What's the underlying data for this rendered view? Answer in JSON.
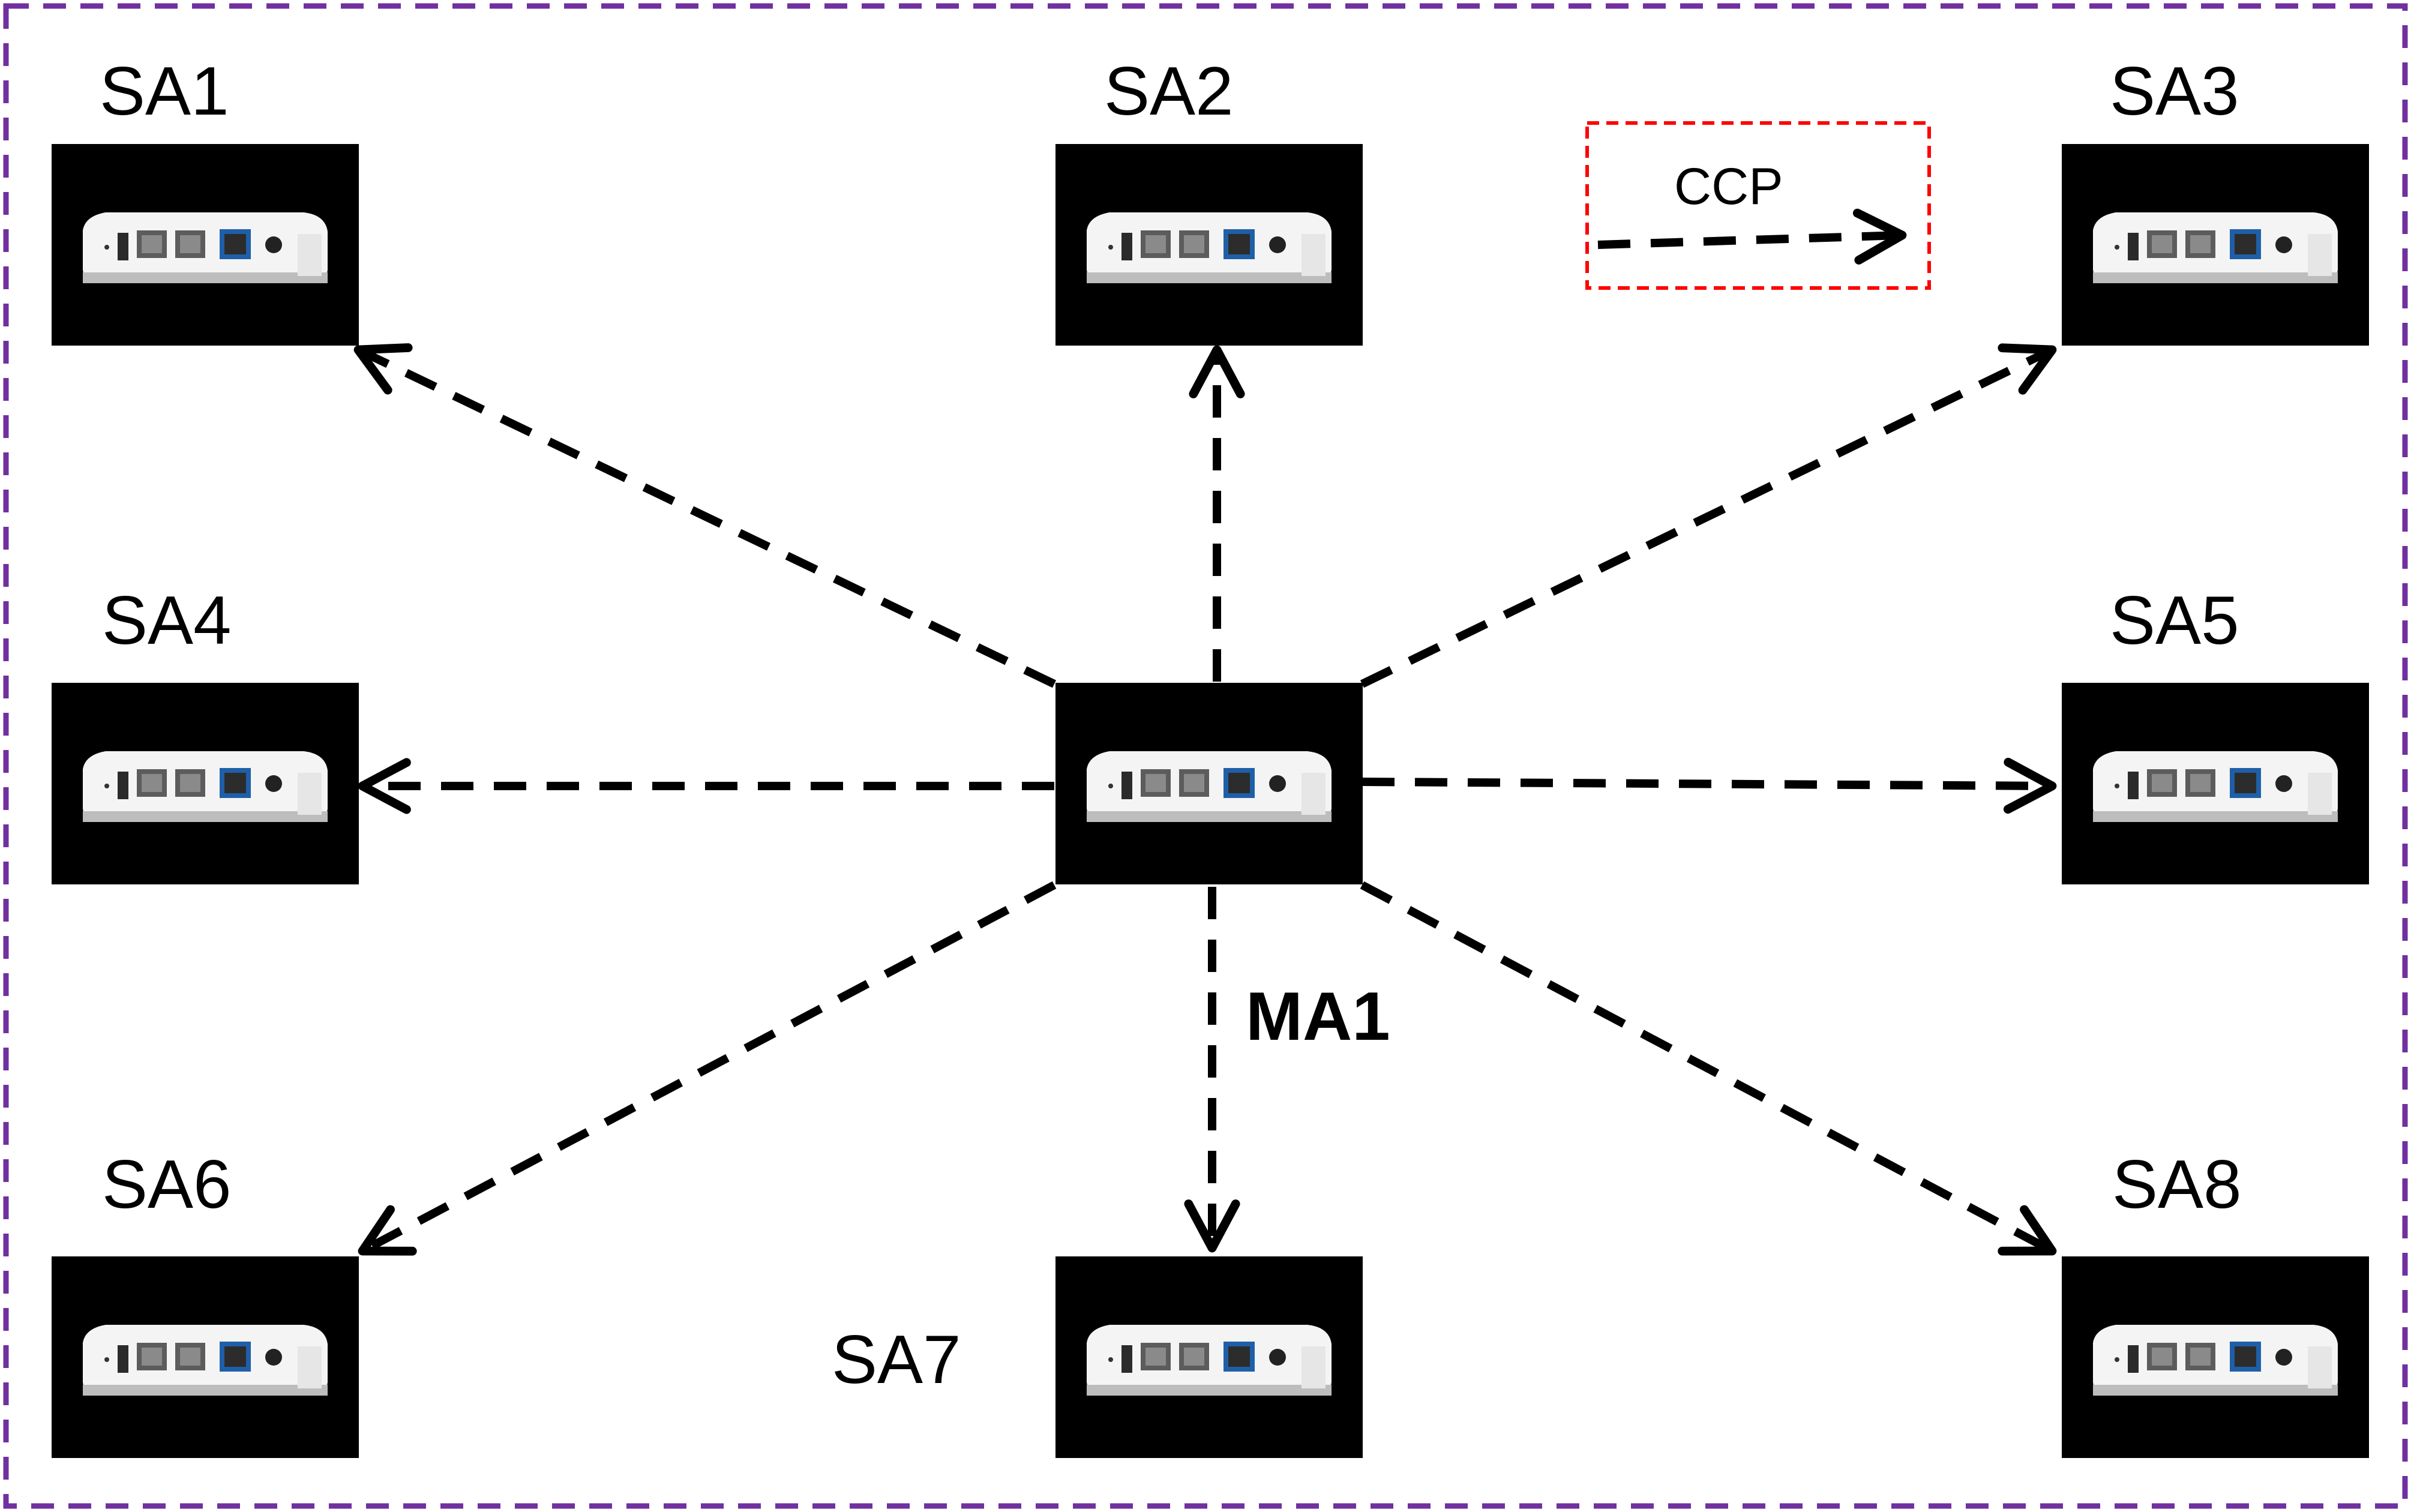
{
  "colors": {
    "frame_border": "#7030a0",
    "legend_border": "#ff0000",
    "arrow": "#000000",
    "device_bg": "#000000",
    "device_body": "#f2f2f2"
  },
  "legend": {
    "label": "CCP",
    "line_style": "dashed-arrow"
  },
  "master": {
    "id": "MA1",
    "label": "MA1",
    "icon": "router-icon"
  },
  "slaves": [
    {
      "id": "SA1",
      "label": "SA1",
      "icon": "router-icon"
    },
    {
      "id": "SA2",
      "label": "SA2",
      "icon": "router-icon"
    },
    {
      "id": "SA3",
      "label": "SA3",
      "icon": "router-icon"
    },
    {
      "id": "SA4",
      "label": "SA4",
      "icon": "router-icon"
    },
    {
      "id": "SA5",
      "label": "SA5",
      "icon": "router-icon"
    },
    {
      "id": "SA6",
      "label": "SA6",
      "icon": "router-icon"
    },
    {
      "id": "SA7",
      "label": "SA7",
      "icon": "router-icon"
    },
    {
      "id": "SA8",
      "label": "SA8",
      "icon": "router-icon"
    }
  ],
  "edges": [
    {
      "from": "MA1",
      "to": "SA1"
    },
    {
      "from": "MA1",
      "to": "SA2"
    },
    {
      "from": "MA1",
      "to": "SA3"
    },
    {
      "from": "MA1",
      "to": "SA4"
    },
    {
      "from": "MA1",
      "to": "SA5"
    },
    {
      "from": "MA1",
      "to": "SA6"
    },
    {
      "from": "MA1",
      "to": "SA7"
    },
    {
      "from": "MA1",
      "to": "SA8"
    }
  ]
}
